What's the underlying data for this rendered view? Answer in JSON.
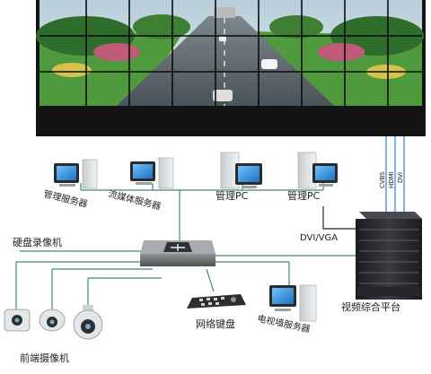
{
  "labels": {
    "mgmt_server": "管理服务器",
    "stream_server": "流媒体服务器",
    "mgmt_pc_1": "管理PC",
    "mgmt_pc_2": "管理PC",
    "dvr": "硬盘录像机",
    "dvi_vga": "DVI/VGA",
    "network_keyboard": "网络键盘",
    "tv_wall_server": "电视墙服务器",
    "video_platform": "视频综合平台",
    "front_cameras": "前端摄像机",
    "cvbs": "CVBS",
    "hdmi": "HDMI",
    "dvi": "DVI"
  },
  "colors": {
    "link_line": "#3a8a7a",
    "wall_frame": "#141414",
    "road": "#5f6b70",
    "grass": "#4f9a3c",
    "sky": "#cfdde6"
  }
}
